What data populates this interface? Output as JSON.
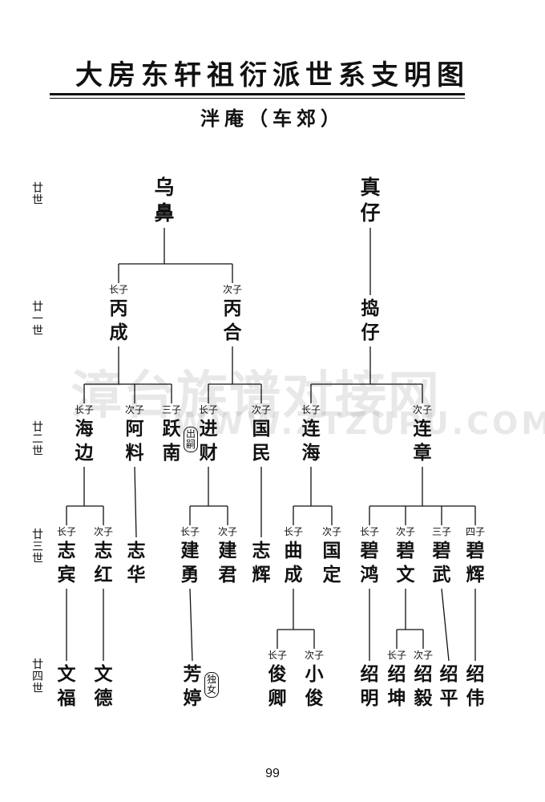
{
  "title": "大房东轩祖衍派世系支明图",
  "subtitle": "泮庵（车郊）",
  "page_number": "99",
  "watermark": {
    "cn": "漳台族谱对接网",
    "en": "WWW.ZTZUPU.COM"
  },
  "generations": [
    {
      "id": "g20",
      "label": "廿世"
    },
    {
      "id": "g21",
      "label": "廿一世"
    },
    {
      "id": "g22",
      "label": "廿二世"
    },
    {
      "id": "g23",
      "label": "廿三世"
    },
    {
      "id": "g24",
      "label": "廿四世"
    }
  ],
  "people": [
    {
      "id": "p_wubi",
      "name": "乌鼻",
      "rank": "",
      "note": "",
      "parent": ""
    },
    {
      "id": "p_zhenzi",
      "name": "真仔",
      "rank": "",
      "note": "",
      "parent": ""
    },
    {
      "id": "p_bingcheng",
      "name": "丙成",
      "rank": "长子",
      "note": "",
      "parent": "p_wubi"
    },
    {
      "id": "p_binghe",
      "name": "丙合",
      "rank": "次子",
      "note": "",
      "parent": "p_wubi"
    },
    {
      "id": "p_daozi",
      "name": "捣仔",
      "rank": "",
      "note": "",
      "parent": "p_zhenzi"
    },
    {
      "id": "p_haibian",
      "name": "海边",
      "rank": "长子",
      "note": "",
      "parent": "p_bingcheng"
    },
    {
      "id": "p_aliao",
      "name": "阿料",
      "rank": "次子",
      "note": "",
      "parent": "p_bingcheng"
    },
    {
      "id": "p_yuenan",
      "name": "跃南",
      "rank": "三子",
      "note": "出嗣",
      "parent": "p_bingcheng"
    },
    {
      "id": "p_jincai",
      "name": "进财",
      "rank": "长子",
      "note": "",
      "parent": "p_binghe"
    },
    {
      "id": "p_guomin",
      "name": "国民",
      "rank": "次子",
      "note": "",
      "parent": "p_binghe"
    },
    {
      "id": "p_lianhai",
      "name": "连海",
      "rank": "长子",
      "note": "",
      "parent": "p_daozi"
    },
    {
      "id": "p_lianzhang",
      "name": "连章",
      "rank": "次子",
      "note": "",
      "parent": "p_daozi"
    },
    {
      "id": "p_zhibin",
      "name": "志宾",
      "rank": "长子",
      "note": "",
      "parent": "p_haibian"
    },
    {
      "id": "p_zhihong",
      "name": "志红",
      "rank": "次子",
      "note": "",
      "parent": "p_haibian"
    },
    {
      "id": "p_zhihua",
      "name": "志华",
      "rank": "",
      "note": "",
      "parent": "p_aliao"
    },
    {
      "id": "p_jianyong",
      "name": "建勇",
      "rank": "长子",
      "note": "",
      "parent": "p_jincai"
    },
    {
      "id": "p_jianjun",
      "name": "建君",
      "rank": "次子",
      "note": "",
      "parent": "p_jincai"
    },
    {
      "id": "p_zhihui",
      "name": "志辉",
      "rank": "",
      "note": "",
      "parent": "p_guomin"
    },
    {
      "id": "p_qucheng",
      "name": "曲成",
      "rank": "长子",
      "note": "",
      "parent": "p_lianhai"
    },
    {
      "id": "p_guoding",
      "name": "国定",
      "rank": "次子",
      "note": "",
      "parent": "p_lianhai"
    },
    {
      "id": "p_bihong",
      "name": "碧鸿",
      "rank": "长子",
      "note": "",
      "parent": "p_lianzhang"
    },
    {
      "id": "p_biwen",
      "name": "碧文",
      "rank": "次子",
      "note": "",
      "parent": "p_lianzhang"
    },
    {
      "id": "p_biwu",
      "name": "碧武",
      "rank": "三子",
      "note": "",
      "parent": "p_lianzhang"
    },
    {
      "id": "p_bihui",
      "name": "碧辉",
      "rank": "四子",
      "note": "",
      "parent": "p_lianzhang"
    },
    {
      "id": "p_wenfu",
      "name": "文福",
      "rank": "",
      "note": "",
      "parent": "p_zhibin"
    },
    {
      "id": "p_wende",
      "name": "文德",
      "rank": "",
      "note": "",
      "parent": "p_zhihong"
    },
    {
      "id": "p_fangting",
      "name": "芳婷",
      "rank": "",
      "note": "独女",
      "parent": "p_jianyong"
    },
    {
      "id": "p_junqing",
      "name": "俊卿",
      "rank": "长子",
      "note": "",
      "parent": "p_qucheng"
    },
    {
      "id": "p_xiaojun",
      "name": "小俊",
      "rank": "次子",
      "note": "",
      "parent": "p_qucheng"
    },
    {
      "id": "p_shaoming",
      "name": "绍明",
      "rank": "",
      "note": "",
      "parent": "p_bihong"
    },
    {
      "id": "p_shaokun",
      "name": "绍坤",
      "rank": "长子",
      "note": "",
      "parent": "p_biwen"
    },
    {
      "id": "p_shaoyi",
      "name": "绍毅",
      "rank": "次子",
      "note": "",
      "parent": "p_biwen"
    },
    {
      "id": "p_shaoping",
      "name": "绍平",
      "rank": "",
      "note": "",
      "parent": "p_biwu"
    },
    {
      "id": "p_shaowei",
      "name": "绍伟",
      "rank": "",
      "note": "",
      "parent": "p_bihui"
    }
  ]
}
